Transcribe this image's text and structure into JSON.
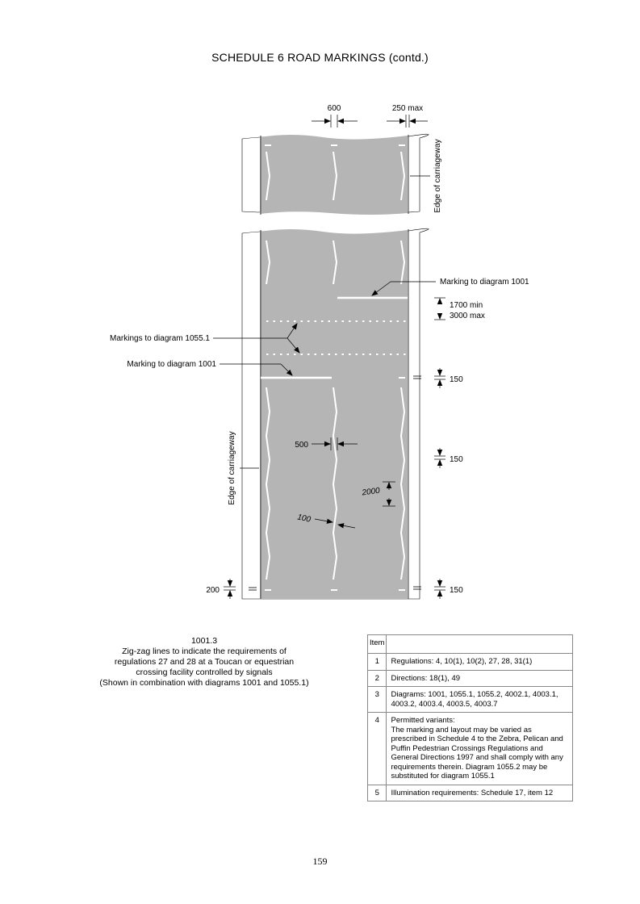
{
  "header": {
    "title": "SCHEDULE 6   ROAD MARKINGS (contd.)"
  },
  "dimensions": {
    "d600": "600",
    "d250max": "250 max",
    "d1700min": "1700 min",
    "d3000max": "3000 max",
    "d150_a": "150",
    "d150_b": "150",
    "d150_c": "150",
    "d500": "500",
    "d2000": "2000",
    "d100": "100",
    "d200": "200"
  },
  "labels": {
    "edge_right": "Edge of carriageway",
    "edge_left": "Edge of carriageway",
    "marking_1001_right": "Marking to diagram 1001",
    "markings_1055": "Markings to diagram 1055.1",
    "marking_1001_left": "Marking to diagram 1001"
  },
  "caption": {
    "number": "1001.3",
    "lines": [
      "Zig-zag lines to indicate the requirements of",
      "regulations 27 and 28 at a Toucan or equestrian",
      "crossing facility controlled by signals",
      "(Shown in combination with diagrams 1001 and 1055.1)"
    ]
  },
  "table": {
    "header": "Item",
    "rows": [
      {
        "item": "1",
        "text": "Regulations: 4, 10(1), 10(2), 27, 28, 31(1)"
      },
      {
        "item": "2",
        "text": "Directions: 18(1), 49"
      },
      {
        "item": "3",
        "text": "Diagrams: 1001, 1055.1, 1055.2, 4002.1, 4003.1, 4003.2, 4003.4, 4003.5, 4003.7"
      },
      {
        "item": "4",
        "text": "Permitted variants:",
        "text2": "The marking and layout may be varied as prescribed in Schedule 4 to the Zebra, Pelican and Puffin Pedestrian Crossings Regulations and General Directions 1997 and shall comply with any requirements therein. Diagram 1055.2 may be substituted for diagram 1055.1"
      },
      {
        "item": "5",
        "text": "Illumination requirements: Schedule 17, item 12"
      }
    ]
  },
  "footer": {
    "page_number": "159"
  }
}
